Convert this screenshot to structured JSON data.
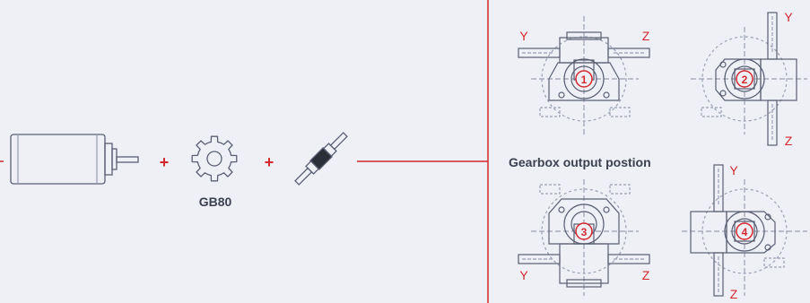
{
  "colors": {
    "background": "#eef0f6",
    "stroke": "#5a5f73",
    "light_stroke": "#9aa0b4",
    "accent": "#d4292e",
    "text": "#3c4150"
  },
  "left": {
    "plus_1": "+",
    "plus_2": "+",
    "gear_label": "GB80",
    "icons": [
      "motor-icon",
      "gear-icon",
      "coupling-shaft-icon"
    ]
  },
  "right": {
    "caption": "Gearbox output postion",
    "positions": [
      {
        "number": "1",
        "left_axis": "Y",
        "right_axis": "Z"
      },
      {
        "number": "2",
        "top_axis": "Y",
        "bottom_axis": "Z"
      },
      {
        "number": "3",
        "left_axis": "Y",
        "right_axis": "Z"
      },
      {
        "number": "4",
        "top_axis": "Y",
        "bottom_axis": "Z"
      }
    ]
  }
}
